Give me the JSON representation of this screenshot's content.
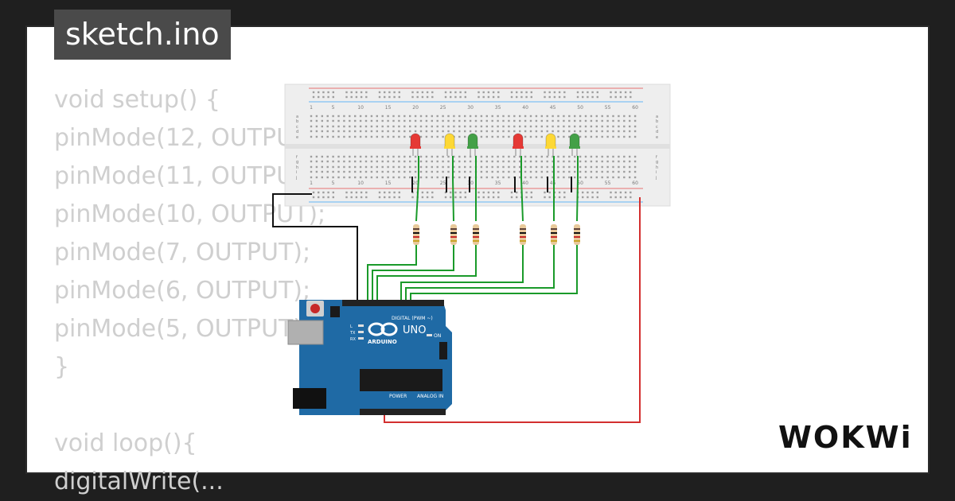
{
  "file_tab": {
    "label": "sketch.ino"
  },
  "code_lines": [
    "void setup() {",
    "pinMode(12, OUTPUT);",
    "pinMode(11, OUTPUT);",
    "pinMode(10, OUTPUT);",
    "pinMode(7, OUTPUT);",
    "pinMode(6, OUTPUT);",
    "pinMode(5, OUTPUT);",
    "}",
    "",
    "void loop(){",
    "digitalWrite(..."
  ],
  "breadboard": {
    "column_labels": [
      "1",
      "5",
      "10",
      "15",
      "20",
      "25",
      "30",
      "35",
      "40",
      "45",
      "50",
      "55",
      "60"
    ],
    "row_labels_top": [
      "a",
      "b",
      "c",
      "d",
      "e"
    ],
    "row_labels_bottom": [
      "f",
      "g",
      "h",
      "i",
      "j"
    ]
  },
  "leds": [
    {
      "color": "red",
      "hex": "#e53935"
    },
    {
      "color": "yellow",
      "hex": "#fdd835"
    },
    {
      "color": "green",
      "hex": "#43a047"
    },
    {
      "color": "red",
      "hex": "#e53935"
    },
    {
      "color": "yellow",
      "hex": "#fdd835"
    },
    {
      "color": "green",
      "hex": "#43a047"
    }
  ],
  "arduino": {
    "model": "UNO",
    "brand": "ARDUINO",
    "header_label": "DIGITAL (PWM ~)",
    "power_label": "POWER",
    "analog_label": "ANALOG IN",
    "on_label": "ON",
    "led_labels": [
      "L",
      "TX",
      "RX"
    ],
    "board_color": "#1f6aa5"
  },
  "logo": {
    "text": "WOKWi"
  },
  "colors": {
    "wire_green": "#1a9a2a",
    "wire_red": "#d32f2f",
    "wire_black": "#111111"
  }
}
